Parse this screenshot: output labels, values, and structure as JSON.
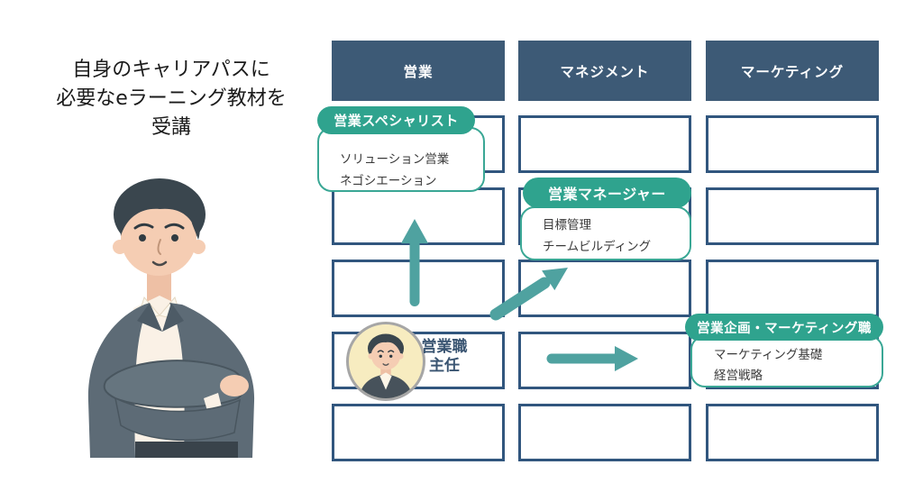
{
  "intro": {
    "caption_lines": [
      "自身のキャリアパスに",
      "必要なeラーニング教材を",
      "受講"
    ]
  },
  "columns": [
    {
      "label": "営業"
    },
    {
      "label": "マネジメント"
    },
    {
      "label": "マーケティング"
    }
  ],
  "grid": {
    "rows": 5,
    "cols": 3
  },
  "career_cards": [
    {
      "title": "営業スペシャリスト",
      "courses": [
        "ソリューション営業",
        "ネゴシエーション"
      ]
    },
    {
      "title": "営業マネージャー",
      "courses": [
        "目標管理",
        "チームビルディング"
      ]
    },
    {
      "title": "営業企画・マーケティング職",
      "courses": [
        "マーケティング基礎",
        "経営戦略"
      ]
    }
  ],
  "current_position": {
    "role": "営業職",
    "level": "主任"
  },
  "arrows": [
    "up",
    "diagonal-up-right",
    "right"
  ],
  "colors": {
    "header_bg": "#3d5a76",
    "box_border": "#31567e",
    "badge_bg": "#2fa38e",
    "card_border": "#3aa795",
    "arrow": "#4fa2a0",
    "role_text": "#3a5572",
    "caption_text": "#1b1b1b"
  }
}
